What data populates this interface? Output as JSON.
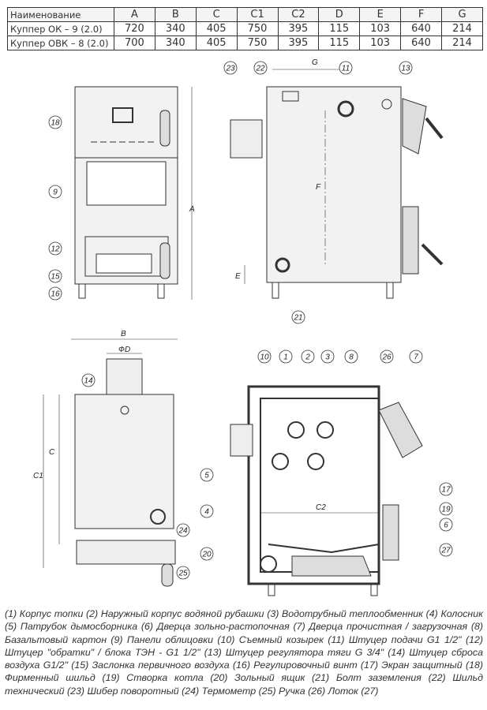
{
  "table": {
    "header": [
      "Наименование",
      "A",
      "B",
      "C",
      "C1",
      "C2",
      "D",
      "E",
      "F",
      "G"
    ],
    "rows": [
      [
        "Куппер ОК – 9 (2.0)",
        "720",
        "340",
        "405",
        "750",
        "395",
        "115",
        "103",
        "640",
        "214"
      ],
      [
        "Куппер ОВК – 8 (2.0)",
        "700",
        "340",
        "405",
        "750",
        "395",
        "115",
        "103",
        "640",
        "214"
      ]
    ]
  },
  "dims": {
    "A": "A",
    "B": "B",
    "C": "C",
    "C1": "C1",
    "C2": "C2",
    "D": "ФD",
    "E": "E",
    "F": "F",
    "G": "G"
  },
  "callouts": {
    "front": [
      "18",
      "9",
      "12",
      "15",
      "16"
    ],
    "side": [
      "23",
      "22",
      "11",
      "13",
      "21"
    ],
    "top": [
      "14",
      "24",
      "25"
    ],
    "section": [
      "10",
      "1",
      "2",
      "3",
      "8",
      "26",
      "7",
      "5",
      "4",
      "17",
      "19",
      "6",
      "27",
      "20"
    ]
  },
  "caption": "(1) Корпус топки (2) Наружный корпус водяной рубашки (3) Водотрубный теплообменник (4) Колосник (5) Патрубок дымосборника (6) Дверца зольно-растопочная (7) Дверца прочистная / загрузочная (8) Базальтовый картон (9) Панели облицовки (10) Съемный козырек (11) Штуцер подачи G1 1/2\" (12) Штуцер \"обратки\" / блока ТЭН - G1 1/2\" (13) Штуцер регулятора тяги G 3/4\" (14) Штуцер сброса воздуха G1/2\" (15) Заслонка первичного воздуха (16) Регулировочный винт (17) Экран защитный (18) Фирменный шильд (19) Створка котла (20) Зольный ящик (21) Болт заземления (22) Шильд технический (23) Шибер поворотный (24) Термометр (25) Ручка (26) Лоток (27)"
}
